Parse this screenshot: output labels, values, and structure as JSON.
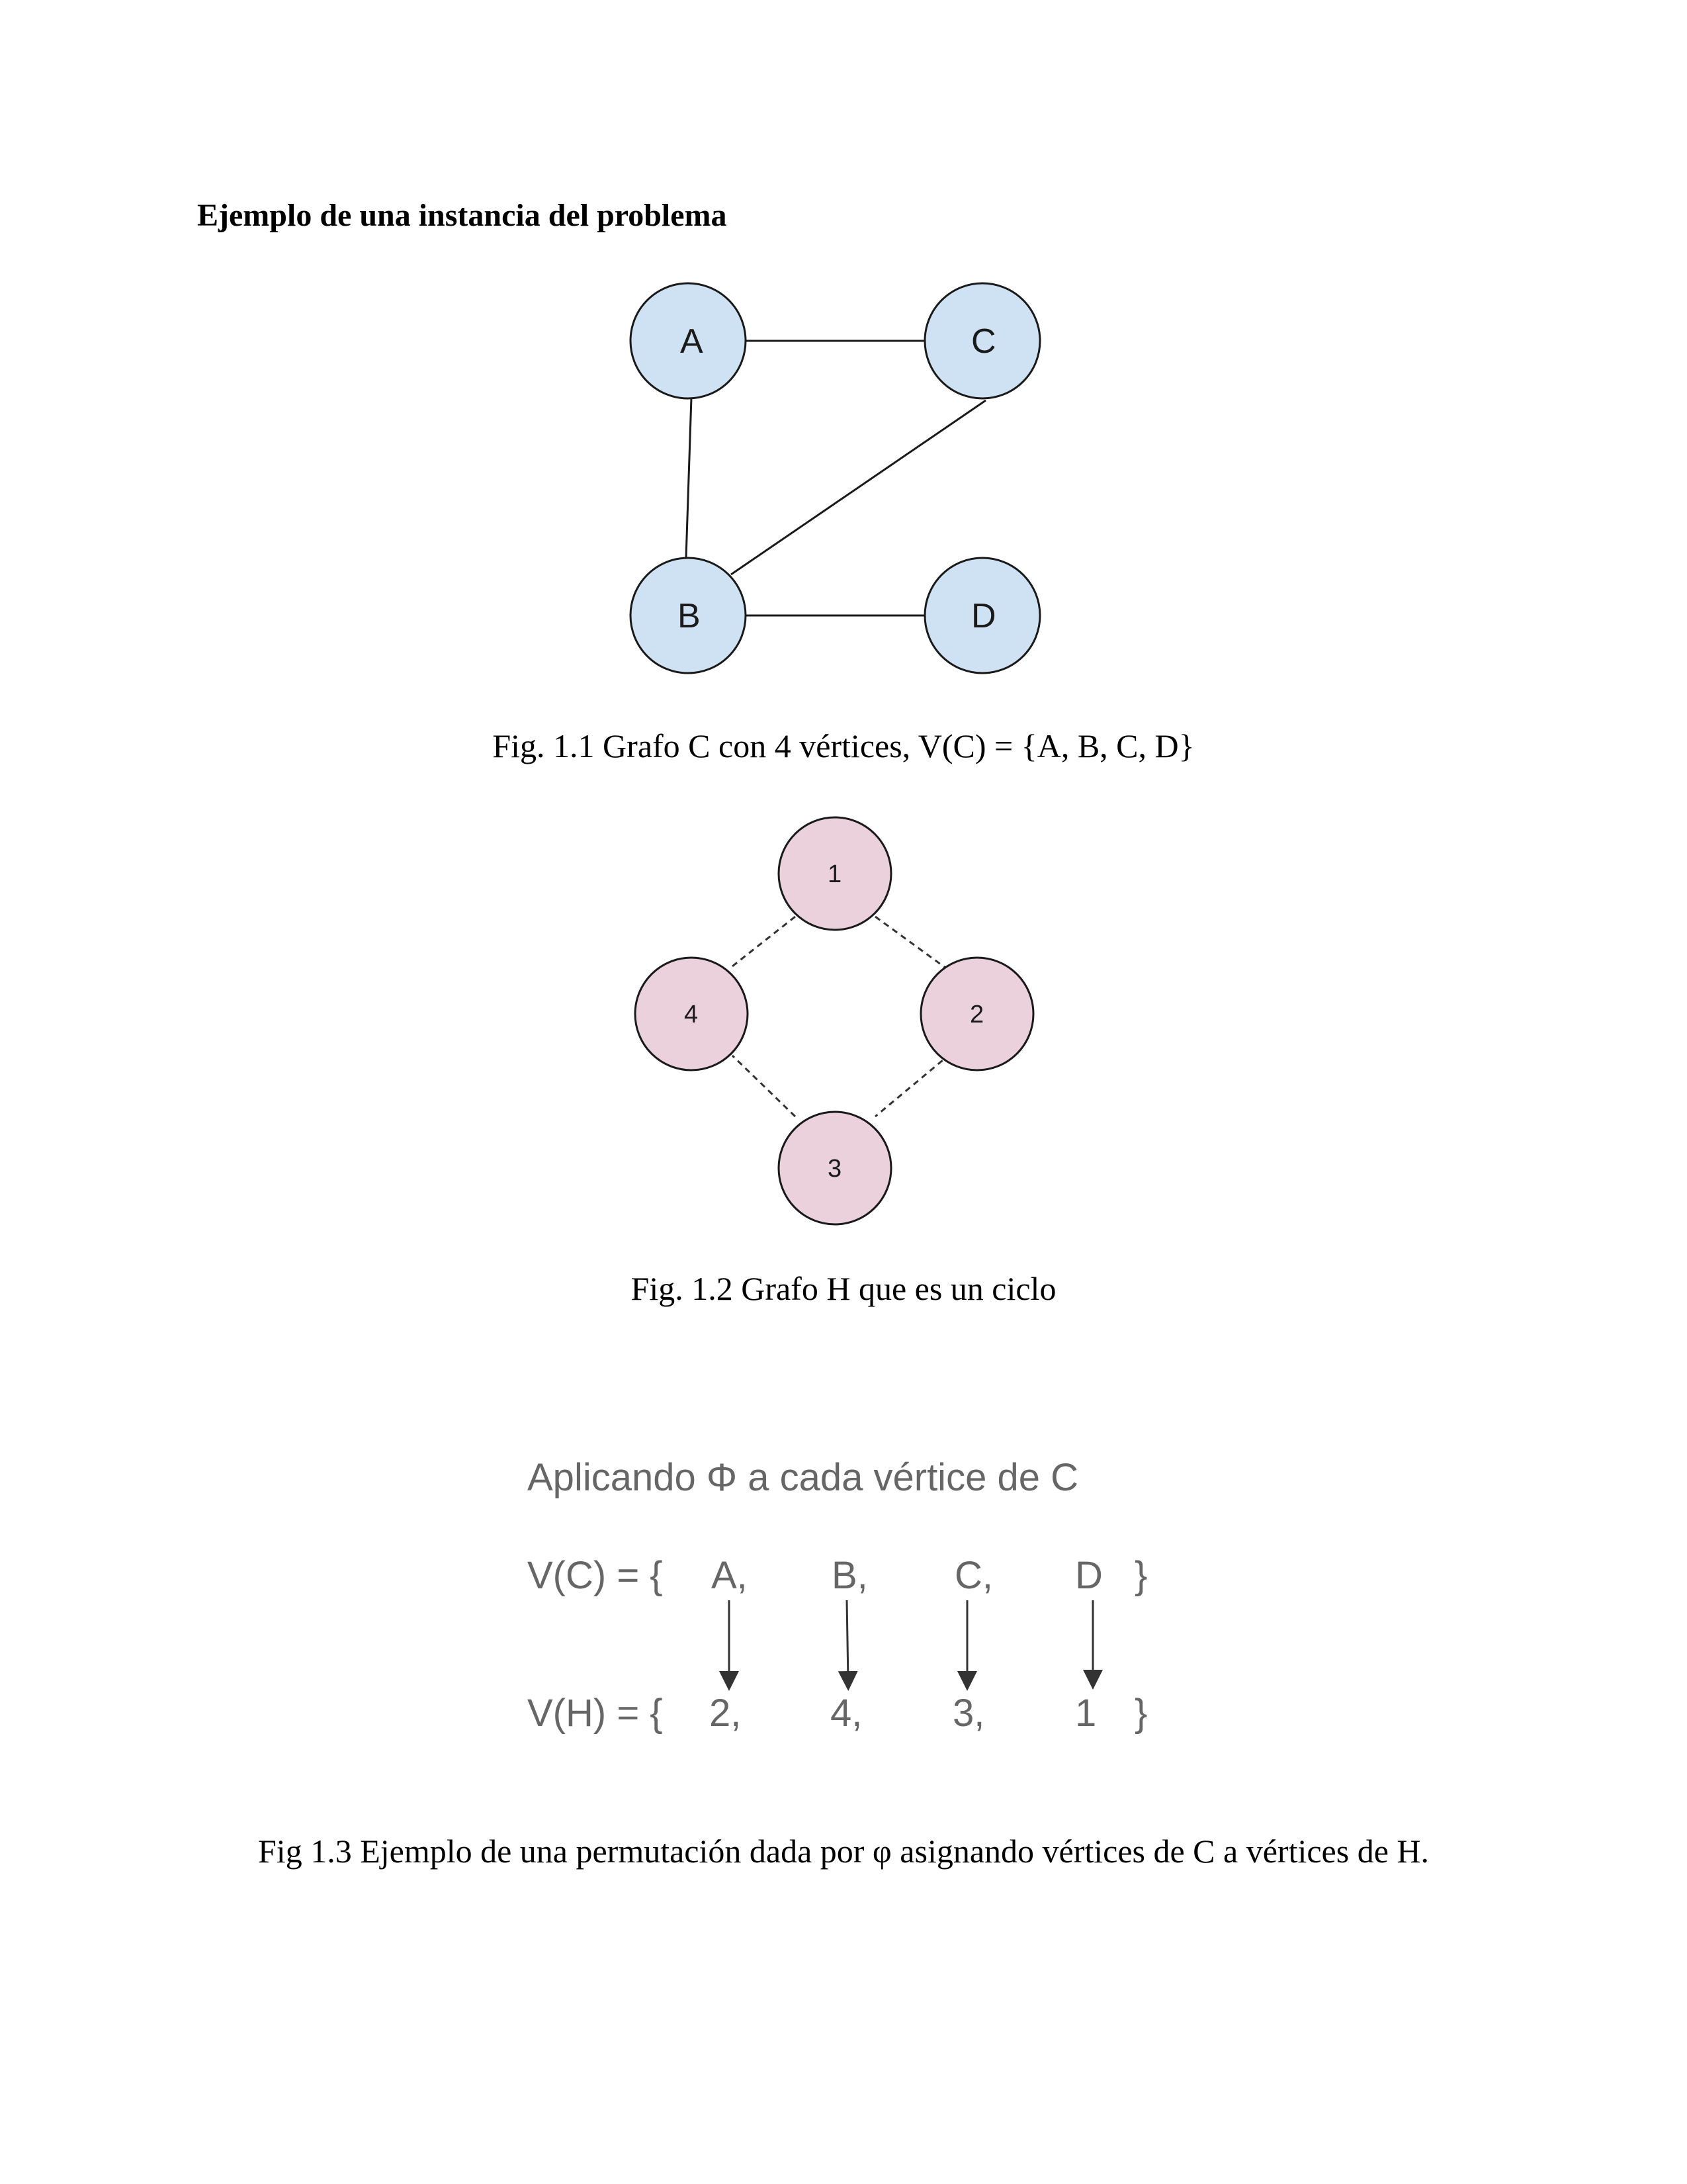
{
  "heading": "Ejemplo de una instancia del problema",
  "figure1": {
    "nodes": [
      "A",
      "B",
      "C",
      "D"
    ],
    "edges": [
      [
        "A",
        "C"
      ],
      [
        "A",
        "B"
      ],
      [
        "B",
        "C"
      ],
      [
        "B",
        "D"
      ]
    ],
    "node_fill": "#cfe2f3",
    "caption": "Fig. 1.1 Grafo C con 4 vértices, V(C) = {A, B, C, D}"
  },
  "figure2": {
    "nodes": [
      "1",
      "2",
      "3",
      "4"
    ],
    "edges": [
      [
        "1",
        "2"
      ],
      [
        "2",
        "3"
      ],
      [
        "3",
        "4"
      ],
      [
        "4",
        "1"
      ]
    ],
    "edge_style": "dashed",
    "node_fill": "#ead1dc",
    "caption": "Fig. 1.2 Grafo H que es un ciclo"
  },
  "figure3": {
    "title": "Aplicando Φ a cada vértice de C",
    "top_label": "V(C) = {",
    "bottom_label": "V(H) = {",
    "top_items": [
      "A,",
      "B,",
      "C,",
      "D"
    ],
    "bottom_items": [
      "2,",
      "4,",
      "3,",
      "1"
    ],
    "close_brace": "}",
    "text_color": "#666666",
    "caption": "Fig 1.3 Ejemplo de una permutación dada por  φ  asignando vértices de C a vértices de H."
  }
}
